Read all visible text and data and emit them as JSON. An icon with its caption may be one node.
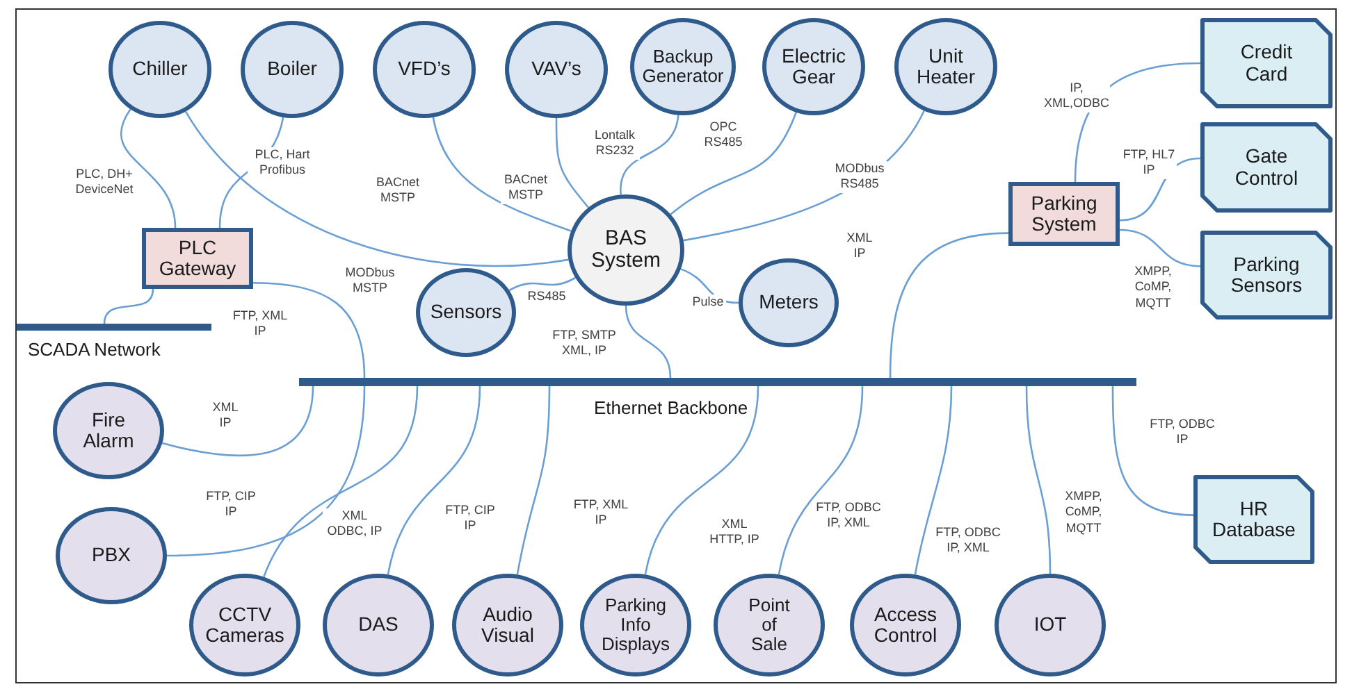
{
  "diagram": {
    "nodes": [
      {
        "text": [
          "Chiller"
        ]
      },
      {
        "text": [
          "Boiler"
        ]
      },
      {
        "text": [
          "VFD’s"
        ]
      },
      {
        "text": [
          "VAV’s"
        ]
      },
      {
        "text": [
          "Backup Generator"
        ]
      },
      {
        "text": [
          "Electric Gear"
        ]
      },
      {
        "text": [
          "Unit Heater"
        ]
      },
      {
        "text": [
          "PLC Gateway"
        ]
      },
      {
        "text": [
          "BAS System"
        ]
      },
      {
        "text": [
          "Sensors"
        ]
      },
      {
        "text": [
          "Meters"
        ]
      },
      {
        "text": [
          "SCADA Network"
        ]
      },
      {
        "text": [
          "Ethernet Backbone"
        ]
      },
      {
        "text": [
          "Parking System"
        ]
      },
      {
        "text": [
          "Credit Card"
        ]
      },
      {
        "text": [
          "Gate Control"
        ]
      },
      {
        "text": [
          "Parking Sensors"
        ]
      },
      {
        "text": [
          "Fire Alarm"
        ]
      },
      {
        "text": [
          "PBX"
        ]
      },
      {
        "text": [
          "CCTV Cameras"
        ]
      },
      {
        "text": [
          "DAS"
        ]
      },
      {
        "text": [
          "Audio Visual"
        ]
      },
      {
        "text": [
          "Parking Info Displays"
        ]
      },
      {
        "text": [
          "Point of Sale"
        ]
      },
      {
        "text": [
          "Access Control"
        ]
      },
      {
        "text": [
          "IOT"
        ]
      },
      {
        "text": [
          "HR Database"
        ]
      }
    ],
    "edges": [
      {
        "from": 0,
        "to": 7,
        "arrow": "none",
        "label": "PLC, DH+ DeviceNet"
      },
      {
        "from": 1,
        "to": 7,
        "arrow": "none",
        "label": "PLC, Hart Profibus"
      },
      {
        "from": 0,
        "to": 8,
        "arrow": "none",
        "label": "MODbus MSTP"
      },
      {
        "from": 2,
        "to": 8,
        "arrow": "none",
        "label": "BACnet MSTP"
      },
      {
        "from": 3,
        "to": 8,
        "arrow": "none",
        "label": "BACnet MSTP"
      },
      {
        "from": 4,
        "to": 8,
        "arrow": "none",
        "label": "Lontalk RS232"
      },
      {
        "from": 5,
        "to": 8,
        "arrow": "none",
        "label": "OPC RS485"
      },
      {
        "from": 6,
        "to": 8,
        "arrow": "none",
        "label": "MODbus RS485"
      },
      {
        "from": 8,
        "to": 9,
        "arrow": "none",
        "label": "RS485"
      },
      {
        "from": 8,
        "to": 10,
        "arrow": "none",
        "label": "Pulse"
      },
      {
        "from": 8,
        "to": 12,
        "arrow": "none",
        "label": "FTP, SMTP XML, IP"
      },
      {
        "from": 7,
        "to": 11,
        "arrow": "none"
      },
      {
        "from": 7,
        "to": 12,
        "arrow": "none",
        "label": "FTP, XML IP"
      },
      {
        "from": 13,
        "to": 12,
        "arrow": "none",
        "label": "XML IP"
      },
      {
        "from": 13,
        "to": 14,
        "arrow": "none",
        "label": "IP, XML,ODBC"
      },
      {
        "from": 13,
        "to": 15,
        "arrow": "none",
        "label": "FTP, HL7 IP"
      },
      {
        "from": 13,
        "to": 16,
        "arrow": "none",
        "label": "XMPP, CoMP, MQTT"
      },
      {
        "from": 17,
        "to": 12,
        "arrow": "none",
        "label": "XML IP"
      },
      {
        "from": 18,
        "to": 12,
        "arrow": "none",
        "label": "FTP, CIP IP"
      },
      {
        "from": 19,
        "to": 12,
        "arrow": "none",
        "label": "XML ODBC, IP"
      },
      {
        "from": 20,
        "to": 12,
        "arrow": "none",
        "label": "FTP, CIP IP"
      },
      {
        "from": 21,
        "to": 12,
        "arrow": "none",
        "label": "FTP, XML IP"
      },
      {
        "from": 22,
        "to": 12,
        "arrow": "none",
        "label": "XML HTTP, IP"
      },
      {
        "from": 23,
        "to": 12,
        "arrow": "none",
        "label": "FTP, ODBC IP, XML"
      },
      {
        "from": 24,
        "to": 12,
        "arrow": "none",
        "label": "FTP, ODBC IP, XML"
      },
      {
        "from": 25,
        "to": 12,
        "arrow": "none",
        "label": "XMPP, CoMP, MQTT"
      },
      {
        "from": 26,
        "to": 12,
        "arrow": "none",
        "label": "FTP, ODBC IP"
      }
    ]
  }
}
